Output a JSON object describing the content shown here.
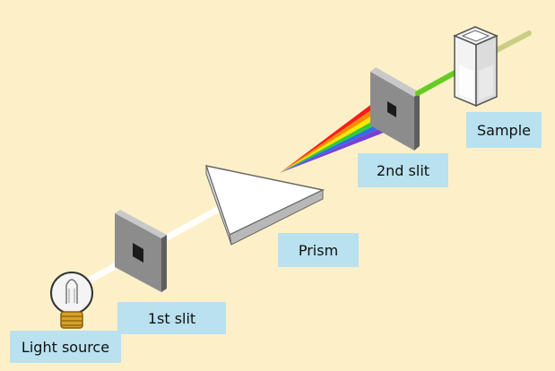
{
  "labels": {
    "light_source": "Light source",
    "first_slit": "1st slit",
    "prism": "Prism",
    "second_slit": "2nd slit",
    "sample": "Sample"
  },
  "colors": {
    "background": "#fdf0c8",
    "label_fill": "#b9e1ef",
    "white_beam": "#ffffff",
    "selected_beam": "#66cc22",
    "transmitted_beam": "#c8cf84",
    "slit_face": "#8c8c8c",
    "spectrum": [
      "#ff1a1a",
      "#ff8a00",
      "#ffe600",
      "#33cc33",
      "#2f6fe0",
      "#7a3fd6"
    ]
  }
}
